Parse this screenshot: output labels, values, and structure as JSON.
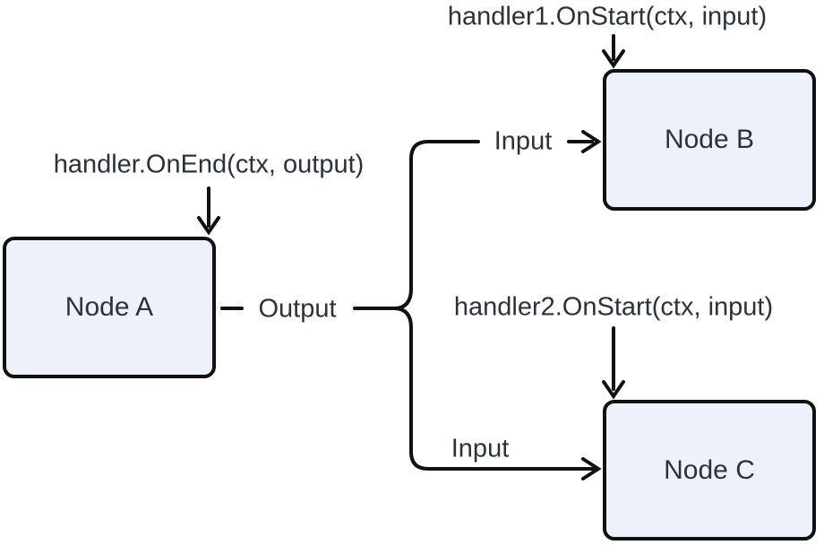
{
  "colors": {
    "background": "#ffffff",
    "stroke": "#111111",
    "node_fill": "#edf1fa",
    "node_border": "#111111",
    "text": "#2c323c"
  },
  "nodes": {
    "a": {
      "label": "Node A"
    },
    "b": {
      "label": "Node B"
    },
    "c": {
      "label": "Node C"
    }
  },
  "annotations": {
    "node_a_hook": "handler.OnEnd(ctx, output)",
    "node_b_hook": "handler1.OnStart(ctx, input)",
    "node_c_hook": "handler2.OnStart(ctx, input)"
  },
  "edge_labels": {
    "output": "Output",
    "input_to_b": "Input",
    "input_to_c": "Input"
  }
}
